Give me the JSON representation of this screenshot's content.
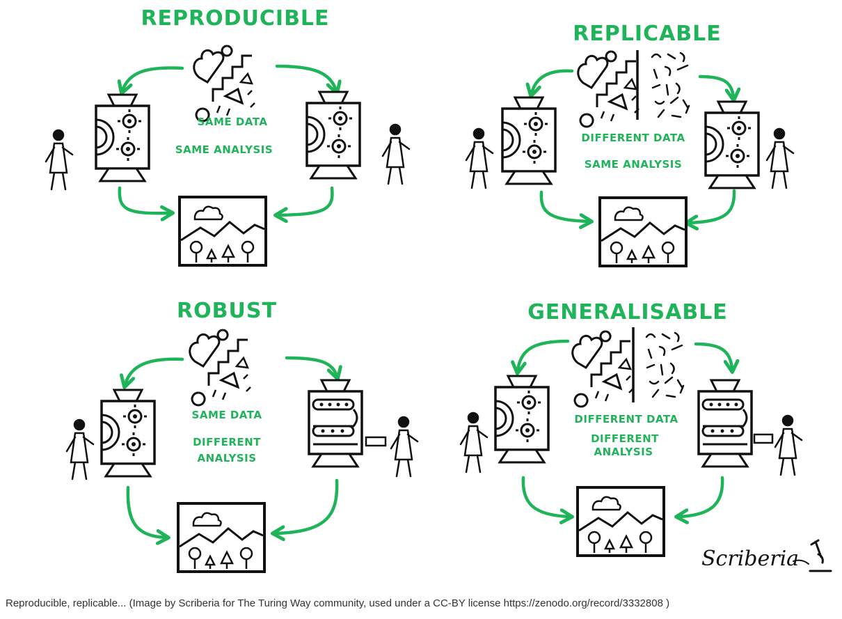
{
  "colors": {
    "accent": "#1fb35a",
    "ink": "#111111",
    "caption": "#333333"
  },
  "panels": [
    {
      "title": "REPRODUCIBLE",
      "data_label": "SAME DATA",
      "analysis_label": "SAME ANALYSIS"
    },
    {
      "title": "REPLICABLE",
      "data_label": "DIFFERENT DATA",
      "analysis_label": "SAME ANALYSIS"
    },
    {
      "title": "ROBUST",
      "data_label": "SAME DATA",
      "analysis_label_1": "DIFFERENT",
      "analysis_label_2": "ANALYSIS"
    },
    {
      "title": "GENERALISABLE",
      "data_label": "DIFFERENT DATA",
      "analysis_label_1": "DIFFERENT",
      "analysis_label_2": "ANALYSIS"
    }
  ],
  "signature": "Scriberia",
  "icons": [
    "data-shapes-icon",
    "machine-gears-icon",
    "machine-conveyor-icon",
    "result-picture-icon",
    "person-icon"
  ],
  "caption": "Reproducible, replicable... (Image by Scriberia for The Turing Way community, used under a CC-BY license https://zenodo.org/record/3332808 )"
}
